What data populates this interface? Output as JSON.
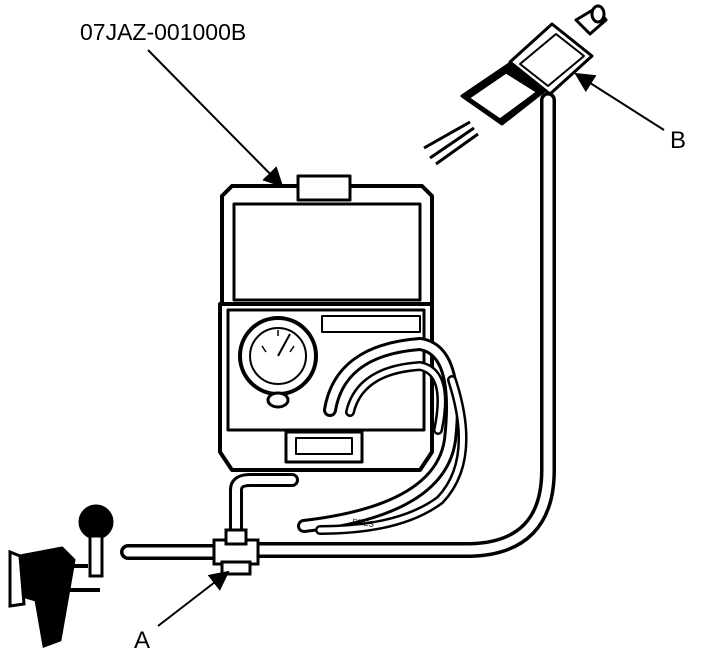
{
  "labels": {
    "tool_number": "07JAZ-001000B",
    "callout_a": "A",
    "callout_b": "B",
    "hose_marking": "PRES"
  },
  "colors": {
    "ink": "#000000",
    "paper": "#ffffff"
  }
}
